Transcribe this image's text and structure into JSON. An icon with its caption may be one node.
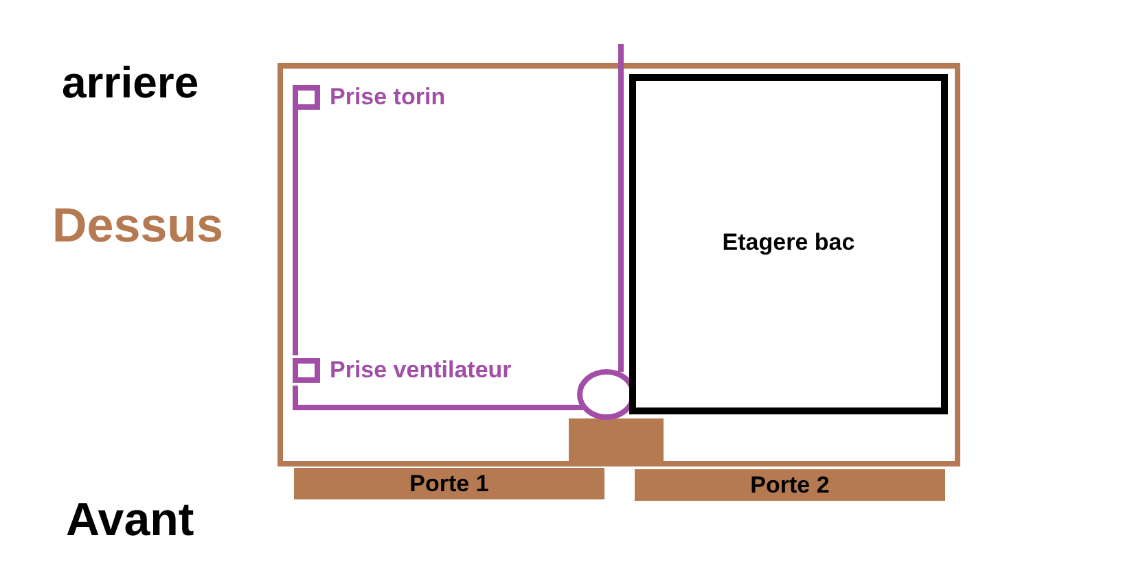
{
  "diagram": {
    "nodes": [
      {
        "text": [],
        "shape": "box"
      },
      {
        "text": [
          "Prise torin"
        ],
        "in": 0
      },
      {
        "text": [
          "Prise ventilateur"
        ],
        "in": 0
      },
      {
        "text": [],
        "shape": "circle",
        "in": 0
      },
      {
        "text": [
          "Etagere bac"
        ],
        "in": 0
      },
      {
        "text": [
          "Porte 1"
        ]
      },
      {
        "text": [
          "Porte 2"
        ]
      }
    ],
    "edges": [
      {
        "from": 1,
        "to": 2,
        "arrow": "none"
      },
      {
        "from": 2,
        "to": 3,
        "arrow": "none"
      },
      {
        "from": 3,
        "to": null,
        "arrow": "none"
      }
    ],
    "labels": [
      "arriere",
      "Dessus",
      "Avant"
    ]
  }
}
